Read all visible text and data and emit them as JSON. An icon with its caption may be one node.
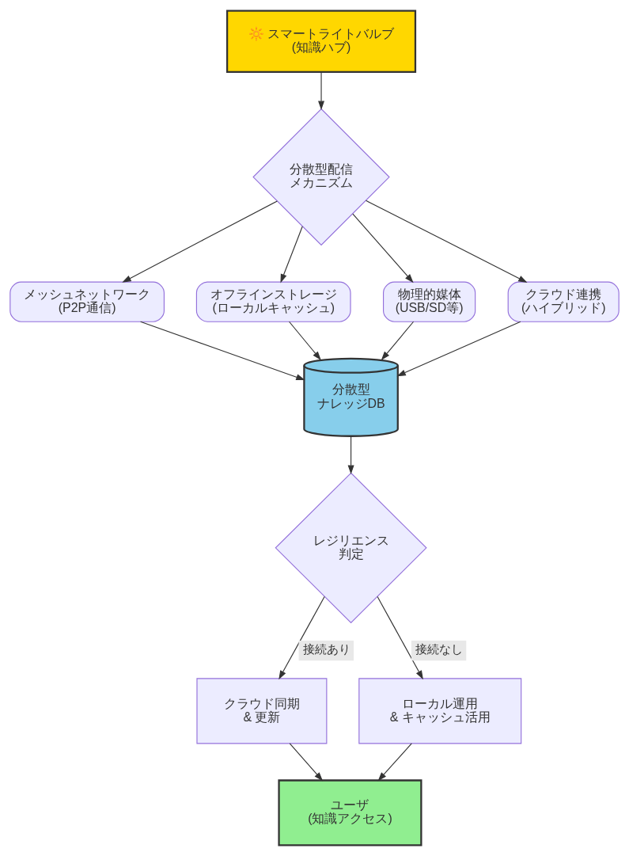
{
  "diagram": {
    "nodes": [
      {
        "text": [
          "🔆 スマートライトバルブ",
          "(知識ハブ)"
        ]
      },
      {
        "text": [
          "分散型配信",
          "メカニズム"
        ]
      },
      {
        "text": [
          "メッシュネットワーク",
          "(P2P通信)"
        ]
      },
      {
        "text": [
          "オフラインストレージ",
          "(ローカルキャッシュ)"
        ]
      },
      {
        "text": [
          "物理的媒体",
          "(USB/SD等)"
        ]
      },
      {
        "text": [
          "クラウド連携",
          "(ハイブリッド)"
        ]
      },
      {
        "text": [
          "分散型",
          "ナレッジDB"
        ]
      },
      {
        "text": [
          "レジリエンス",
          "判定"
        ]
      },
      {
        "text": [
          "クラウド同期",
          "& 更新"
        ]
      },
      {
        "text": [
          "ローカル運用",
          "& キャッシュ活用"
        ]
      },
      {
        "text": [
          "ユーザ",
          "(知識アクセス)"
        ]
      }
    ],
    "edges": [
      {
        "from": 0,
        "to": 1,
        "arrow": "to"
      },
      {
        "from": 1,
        "to": 2,
        "arrow": "to"
      },
      {
        "from": 1,
        "to": 3,
        "arrow": "to"
      },
      {
        "from": 1,
        "to": 4,
        "arrow": "to"
      },
      {
        "from": 1,
        "to": 5,
        "arrow": "to"
      },
      {
        "from": 2,
        "to": 6,
        "arrow": "to"
      },
      {
        "from": 3,
        "to": 6,
        "arrow": "to"
      },
      {
        "from": 4,
        "to": 6,
        "arrow": "to"
      },
      {
        "from": 5,
        "to": 6,
        "arrow": "to"
      },
      {
        "from": 6,
        "to": 7,
        "arrow": "to"
      },
      {
        "from": 7,
        "to": 8,
        "arrow": "to",
        "label": "接続あり"
      },
      {
        "from": 7,
        "to": 9,
        "arrow": "to",
        "label": "接続なし"
      },
      {
        "from": 8,
        "to": 10,
        "arrow": "to"
      },
      {
        "from": 9,
        "to": 10,
        "arrow": "to"
      }
    ]
  }
}
